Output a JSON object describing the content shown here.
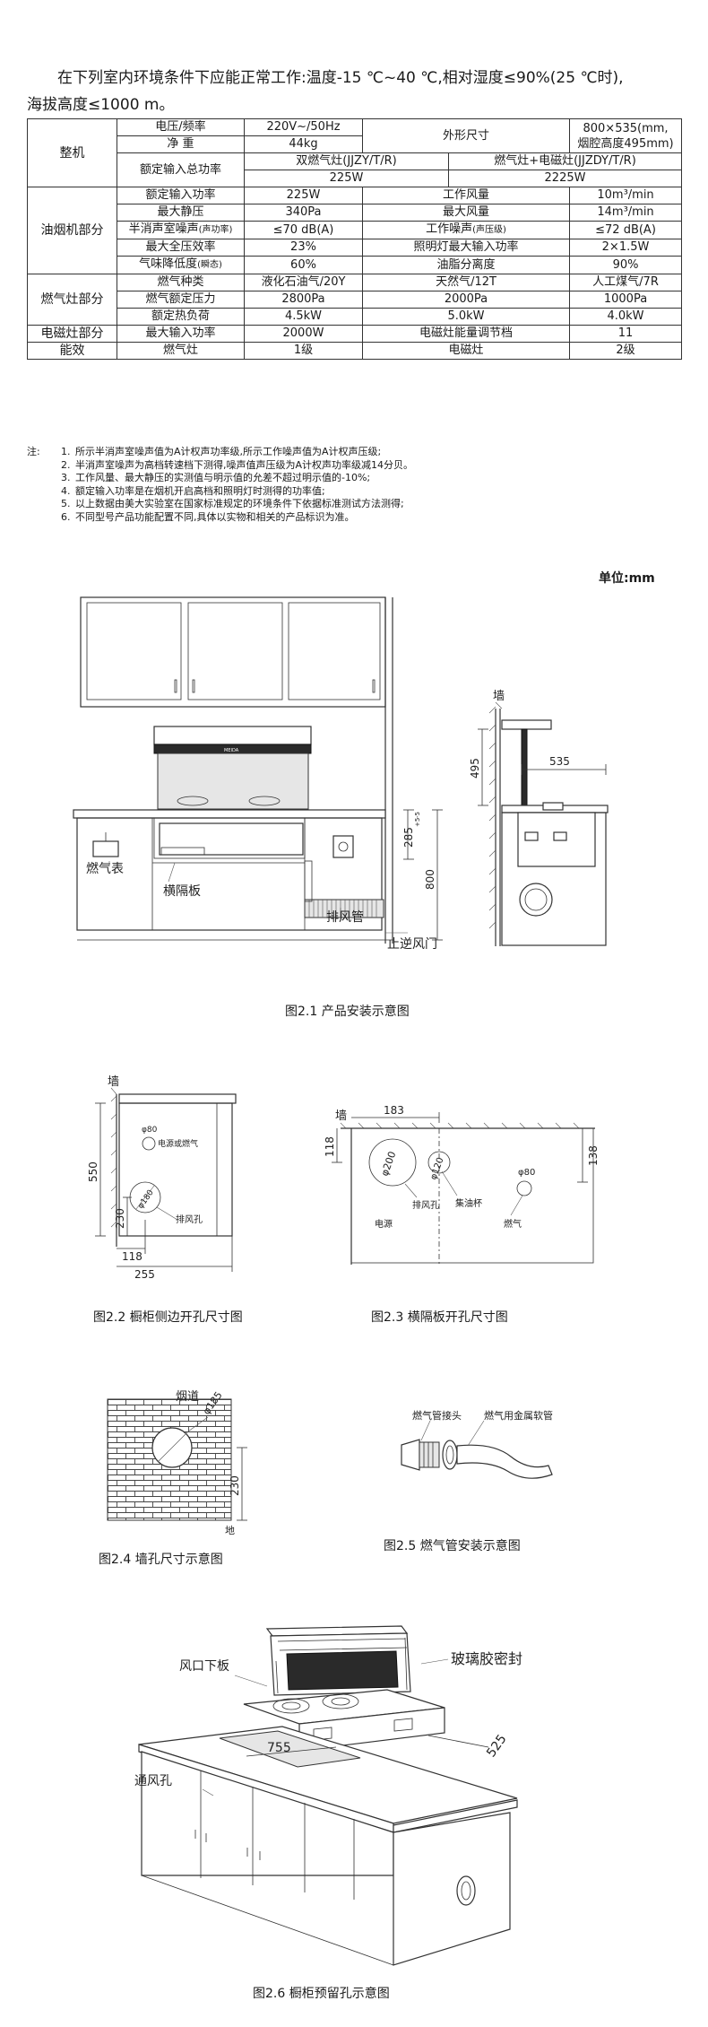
{
  "intro": {
    "line1": "在下列室内环境条件下应能正常工作:温度-15 ℃~40 ℃,相对湿度≤90%(25 ℃时),",
    "line2": "海拔高度≤1000 m。"
  },
  "spec": {
    "whole": "整机",
    "voltage_label": "电压/频率",
    "voltage_value": "220V~/50Hz",
    "size_label": "外形尺寸",
    "size_value_1": "800×535(mm,",
    "size_value_2": "烟腔高度495mm)",
    "weight_label": "净  重",
    "weight_value": "44kg",
    "total_power_label": "额定输入总功率",
    "model_gas": "双燃气灶(JJZY/T/R)",
    "model_induction": "燃气灶+电磁灶(JJZDY/T/R)",
    "total_power_gas": "225W",
    "total_power_induction": "2225W",
    "hood": "油烟机部分",
    "hood_power_label": "额定输入功率",
    "hood_power_value": "225W",
    "airflow_label": "工作风量",
    "airflow_value": "10m³/min",
    "static_label": "最大静压",
    "static_value": "340Pa",
    "max_air_label": "最大风量",
    "max_air_value": "14m³/min",
    "semi_noise_label": "半消声室噪声",
    "semi_noise_sub": "(声功率)",
    "semi_noise_value": "≤70  dB(A)",
    "work_noise_label": "工作噪声",
    "work_noise_sub": "(声压级)",
    "work_noise_value": "≤72  dB(A)",
    "eff_label": "最大全压效率",
    "eff_value": "23%",
    "lamp_label": "照明灯最大输入功率",
    "lamp_value": "2×1.5W",
    "odor_label": "气味降低度",
    "odor_sub": "(瞬态)",
    "odor_value": "60%",
    "oil_label": "油脂分离度",
    "oil_value": "90%",
    "gas": "燃气灶部分",
    "gas_type_label": "燃气种类",
    "gas_type_lpg": "液化石油气/20Y",
    "gas_type_ng": "天然气/12T",
    "gas_type_coal": "人工煤气/7R",
    "pressure_label": "燃气额定压力",
    "pressure_lpg": "2800Pa",
    "pressure_ng": "2000Pa",
    "pressure_coal": "1000Pa",
    "heat_label": "额定热负荷",
    "heat_lpg": "4.5kW",
    "heat_ng": "5.0kW",
    "heat_coal": "4.0kW",
    "induction": "电磁灶部分",
    "ind_power_label": "最大输入功率",
    "ind_power_value": "2000W",
    "ind_level_label": "电磁灶能量调节档",
    "ind_level_value": "11",
    "energy": "能效",
    "energy_gas_label": "燃气灶",
    "energy_gas_value": "1级",
    "energy_ind_label": "电磁灶",
    "energy_ind_value": "2级"
  },
  "notes": {
    "label": "注:",
    "n1": "1.",
    "t1": "所示半消声室噪声值为A计权声功率级,所示工作噪声值为A计权声压级;",
    "n2": "2.",
    "t2": "半消声室噪声为高档转速档下测得,噪声值声压级为A计权声功率级减14分贝。",
    "n3": "3.",
    "t3": "工作风量、最大静压的实测值与明示值的允差不超过明示值的-10%;",
    "n4": "4.",
    "t4": "额定输入功率是在烟机开启高档和照明灯时测得的功率值;",
    "n5": "5.",
    "t5": "以上数据由美大实验室在国家标准规定的环境条件下依据标准测试方法测得;",
    "n6": "6.",
    "t6": "不同型号产品功能配置不同,具体以实物和相关的产品标识为准。"
  },
  "unit": "单位:mm",
  "fig1": {
    "caption": "图2.1 产品安装示意图",
    "brand": "MEIDA",
    "gas_meter": "燃气表",
    "partition": "横隔板",
    "exhaust_pipe": "排风管",
    "check_valve": "止逆风门",
    "dim_285": "285",
    "dim_285_tol": "+5",
    "dim_285_tol2": "-5",
    "dim_800": "800",
    "wall": "墙",
    "dim_495": "495",
    "dim_535": "535"
  },
  "fig2": {
    "caption": "图2.2 橱柜侧边开孔尺寸图",
    "wall": "墙",
    "phi80": "φ80",
    "power_gas": "电源或燃气",
    "phi180": "φ180",
    "exhaust_hole": "排风孔",
    "dim_550": "550",
    "dim_230": "230",
    "dim_118": "118",
    "dim_255": "255"
  },
  "fig3": {
    "caption": "图2.3 横隔板开孔尺寸图",
    "wall": "墙",
    "dim_183": "183",
    "dim_118": "118",
    "dim_138": "138",
    "phi200": "φ200",
    "phi120": "φ120",
    "phi80": "φ80",
    "exhaust_hole": "排风孔",
    "oil_cup": "集油杯",
    "power": "电源",
    "gas": "燃气"
  },
  "fig4": {
    "caption": "图2.4 墙孔尺寸示意图",
    "flue": "烟道",
    "phi185": "φ185",
    "dim_230": "230",
    "ground": "地"
  },
  "fig5": {
    "caption": "图2.5 燃气管安装示意图",
    "connector": "燃气管接头",
    "hose": "燃气用金属软管"
  },
  "fig6": {
    "caption": "图2.6 橱柜预留孔示意图",
    "outlet_plate": "风口下板",
    "glass_glue": "玻璃胶密封",
    "vent_hole": "通风孔",
    "dim_755": "755",
    "dim_525": "525"
  }
}
